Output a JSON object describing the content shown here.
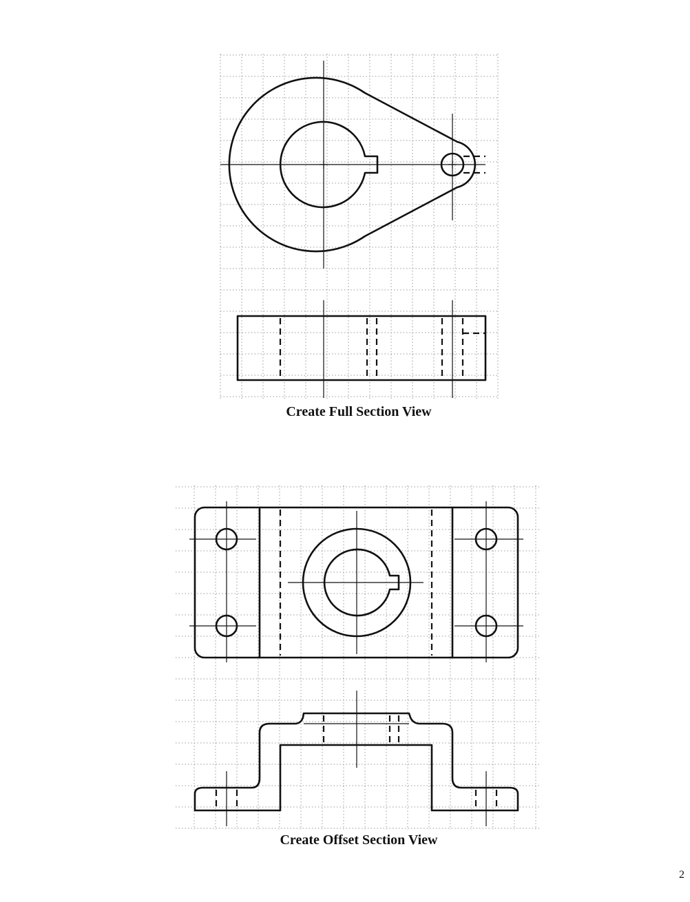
{
  "figures": [
    {
      "caption": "Create Full Section View"
    },
    {
      "caption": "Create Offset Section View"
    }
  ],
  "page_number": "2"
}
